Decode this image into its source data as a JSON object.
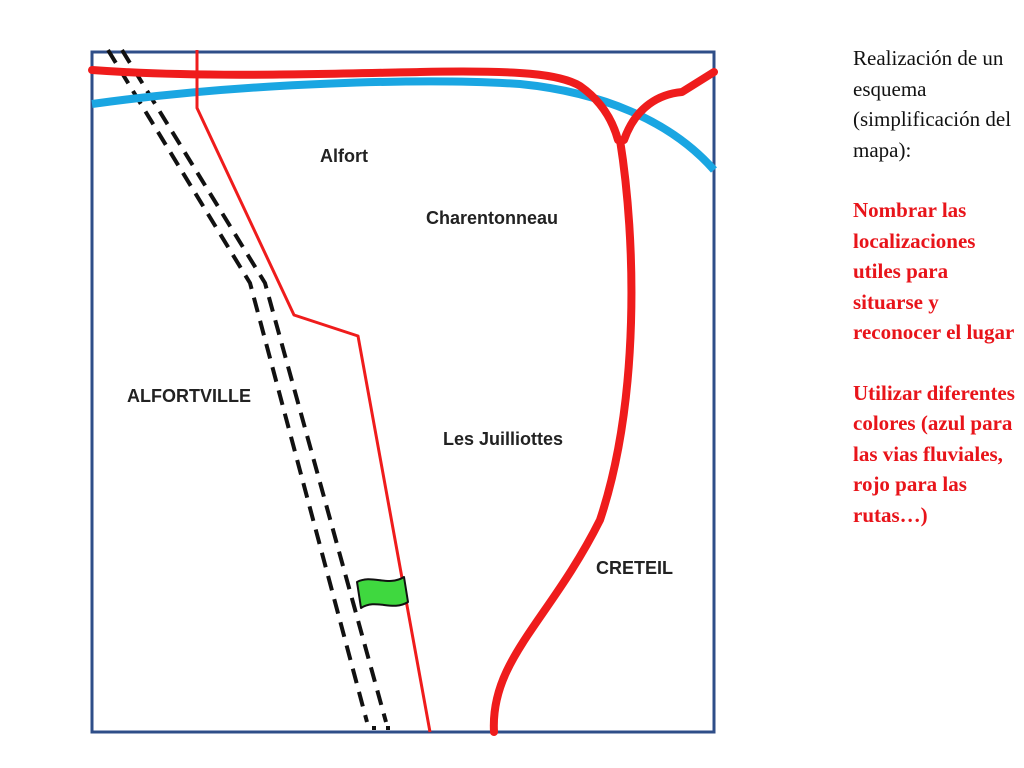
{
  "places": {
    "alfort": "Alfort",
    "charentonneau": "Charentonneau",
    "alfortville": "ALFORTVILLE",
    "juilliottes": "Les Juilliottes",
    "creteil": "CRETEIL"
  },
  "notes": {
    "heading": "Realización de un esquema (simplificación del mapa):",
    "instruction_1": "Nombrar las localizaciones utiles para situarse y reconocer el lugar",
    "instruction_2": "Utilizar diferentes colores (azul para las vias fluviales, rojo para las rutas…)"
  },
  "colors": {
    "frame": "#2f4e88",
    "road": "#ef1c1c",
    "river": "#1aa6e2",
    "rail": "#111111",
    "flag": "#3fd83f",
    "note_black": "#111111",
    "note_red": "#e8141a"
  }
}
